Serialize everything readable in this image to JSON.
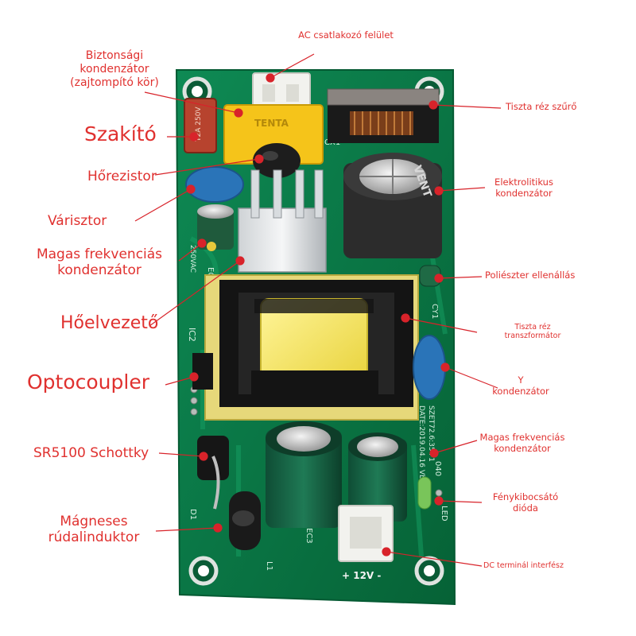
{
  "colors": {
    "label": "#e0312f",
    "leader": "#d8232a",
    "board": "#0b7a4a",
    "board_dark": "#075c37",
    "trace": "#13935a"
  },
  "board": {
    "ac_marking": "250VAC",
    "fuse_marking": "T2A 250V",
    "safety_cap_marking": "TENTA",
    "cx1_marking": "CX1",
    "ic2_marking": "IC2",
    "ec2_marking": "EC2",
    "cy1_marking": "CY1",
    "d1_marking": "D1",
    "l1_marking": "L1",
    "ec3_marking": "EC3",
    "led_marking": "LED",
    "transformer_marking": "SZET72.6:35+1",
    "date_marking": "DATE:2019.04.16 Vb",
    "code_marking": "040",
    "cap_marking": "VENT",
    "output_marking": "+ 12V -"
  },
  "labels": {
    "ac_connector": "AC csatlakozó felület",
    "safety_cap_l1": "Biztonsági",
    "safety_cap_l2": "kondenzátor",
    "safety_cap_l3": "(zajtompító kör)",
    "fuse": "Szakító",
    "thermistor": "Hőrezistor",
    "varistor": "Várisztor",
    "hf_cap_left_l1": "Magas frekvenciás",
    "hf_cap_left_l2": "kondenzátor",
    "heatsink": "Hőelvezető",
    "optocoupler": "Optocoupler",
    "schottky": "SR5100 Schottky",
    "inductor_l1": "Mágneses",
    "inductor_l2": "rúdalinduktor",
    "copper_filter": "Tiszta réz szűrő",
    "electrolytic_l1": "Elektrolitikus",
    "electrolytic_l2": "kondenzátor",
    "polyester": "Poliészter ellenállás",
    "transformer_l1": "Tiszta réz",
    "transformer_l2": "transzformátor",
    "ycap_l1": "Y",
    "ycap_l2": "kondenzátor",
    "hf_cap_right_l1": "Magas frekvenciás",
    "hf_cap_right_l2": "kondenzátor",
    "led_l1": "Fénykibocsátó",
    "led_l2": "dióda",
    "dc_terminal": "DC terminál interfész"
  }
}
